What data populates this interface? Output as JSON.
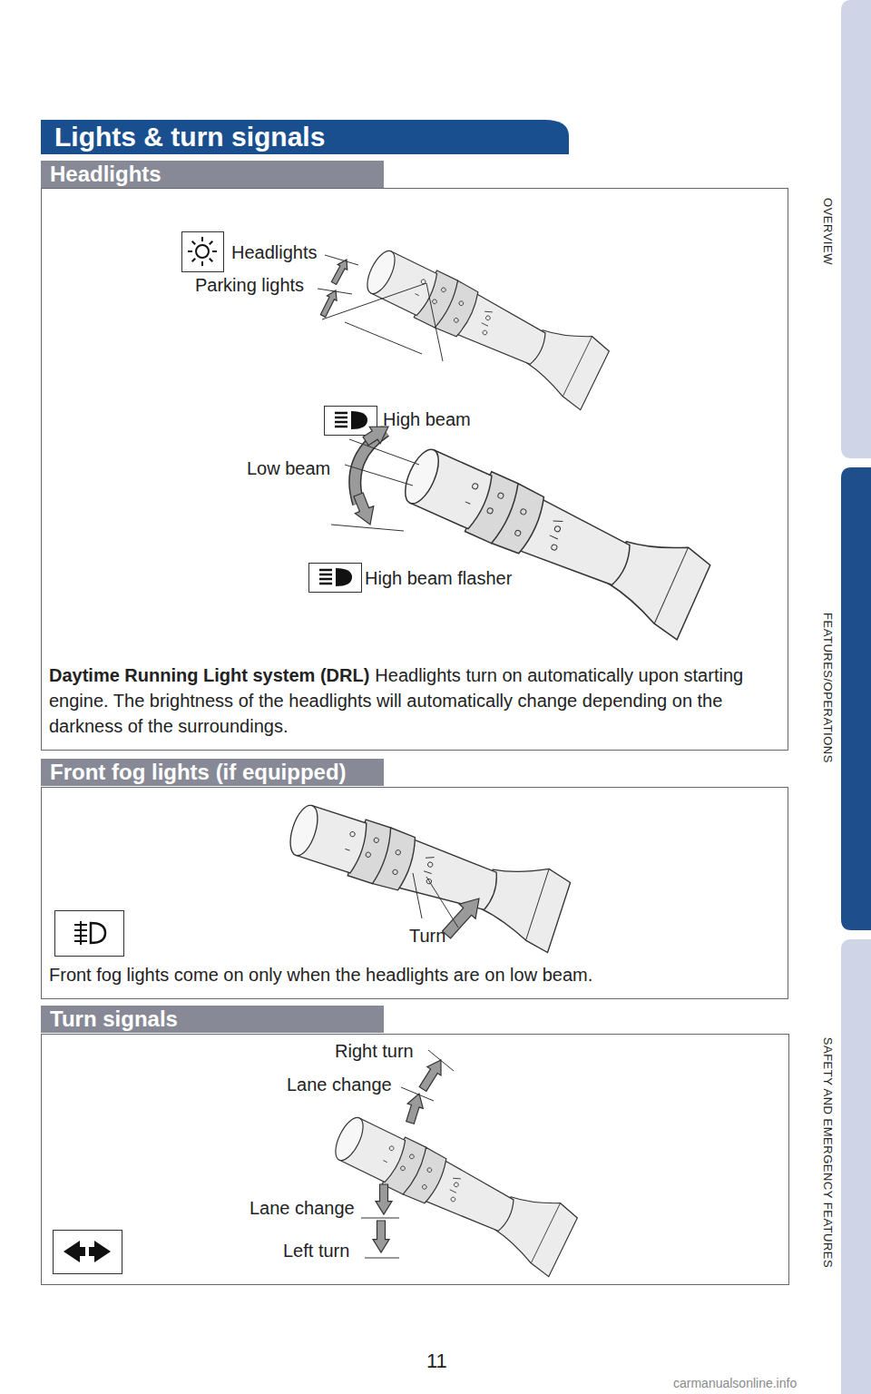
{
  "diagram": {
    "title": "Lights & turn signals",
    "nodes": [
      {
        "text": [
          "Headlights"
        ]
      },
      {
        "text": [
          "Daytime Running Light system (DRL)",
          "Headlights turn on automatically upon starting engine. The brightness of the headlights will automatically change depending on the darkness of the surroundings."
        ]
      },
      {
        "text": [
          "Front fog lights (if equipped)"
        ]
      },
      {
        "text": [
          "Front fog lights come on only when the headlights are on low beam."
        ]
      },
      {
        "text": [
          "Turn signals"
        ]
      }
    ],
    "labels": [
      "Headlights",
      "Parking lights",
      "High beam",
      "Low beam",
      "High beam flasher",
      "Turn",
      "Right turn",
      "Lane change",
      "Lane change",
      "Left turn",
      "11",
      "OVERVIEW",
      "FEATURES/OPERATIONS",
      "SAFETY AND EMERGENCY FEATURES",
      "carmanualsonline.info"
    ]
  }
}
